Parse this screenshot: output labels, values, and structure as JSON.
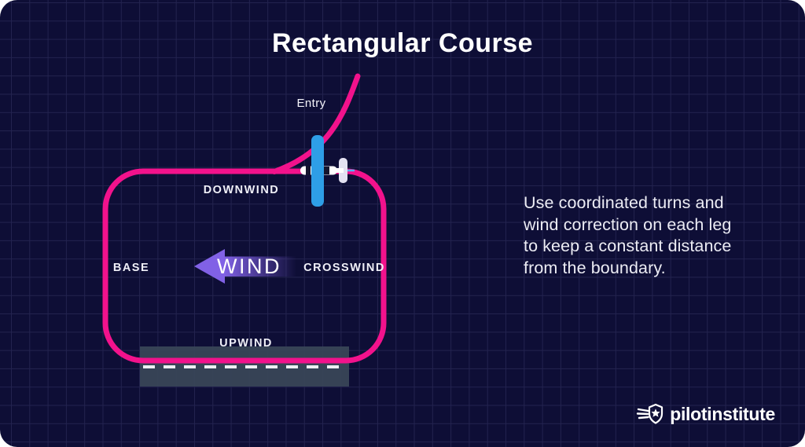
{
  "title": "Rectangular Course",
  "diagram": {
    "entry_label": "Entry",
    "downwind_label": "DOWNWIND",
    "base_label": "BASE",
    "crosswind_label": "CROSSWIND",
    "upwind_label": "UPWIND",
    "wind_label": "WIND"
  },
  "description": {
    "lines": [
      "Use coordinated turns and",
      "wind correction on each leg",
      "to keep a constant distance",
      "from the boundary."
    ]
  },
  "logo": {
    "brand": "pilotinstitute",
    "icon": "winged-star-badge-icon"
  },
  "colors": {
    "background": "#0E0E36",
    "grid_line": "#23234F",
    "course_pink": "#F2128C",
    "wind_purple": "#8161E6",
    "wing_blue": "#2E9EE7",
    "runway_gray": "#394657",
    "text_light": "#ECECF4"
  }
}
